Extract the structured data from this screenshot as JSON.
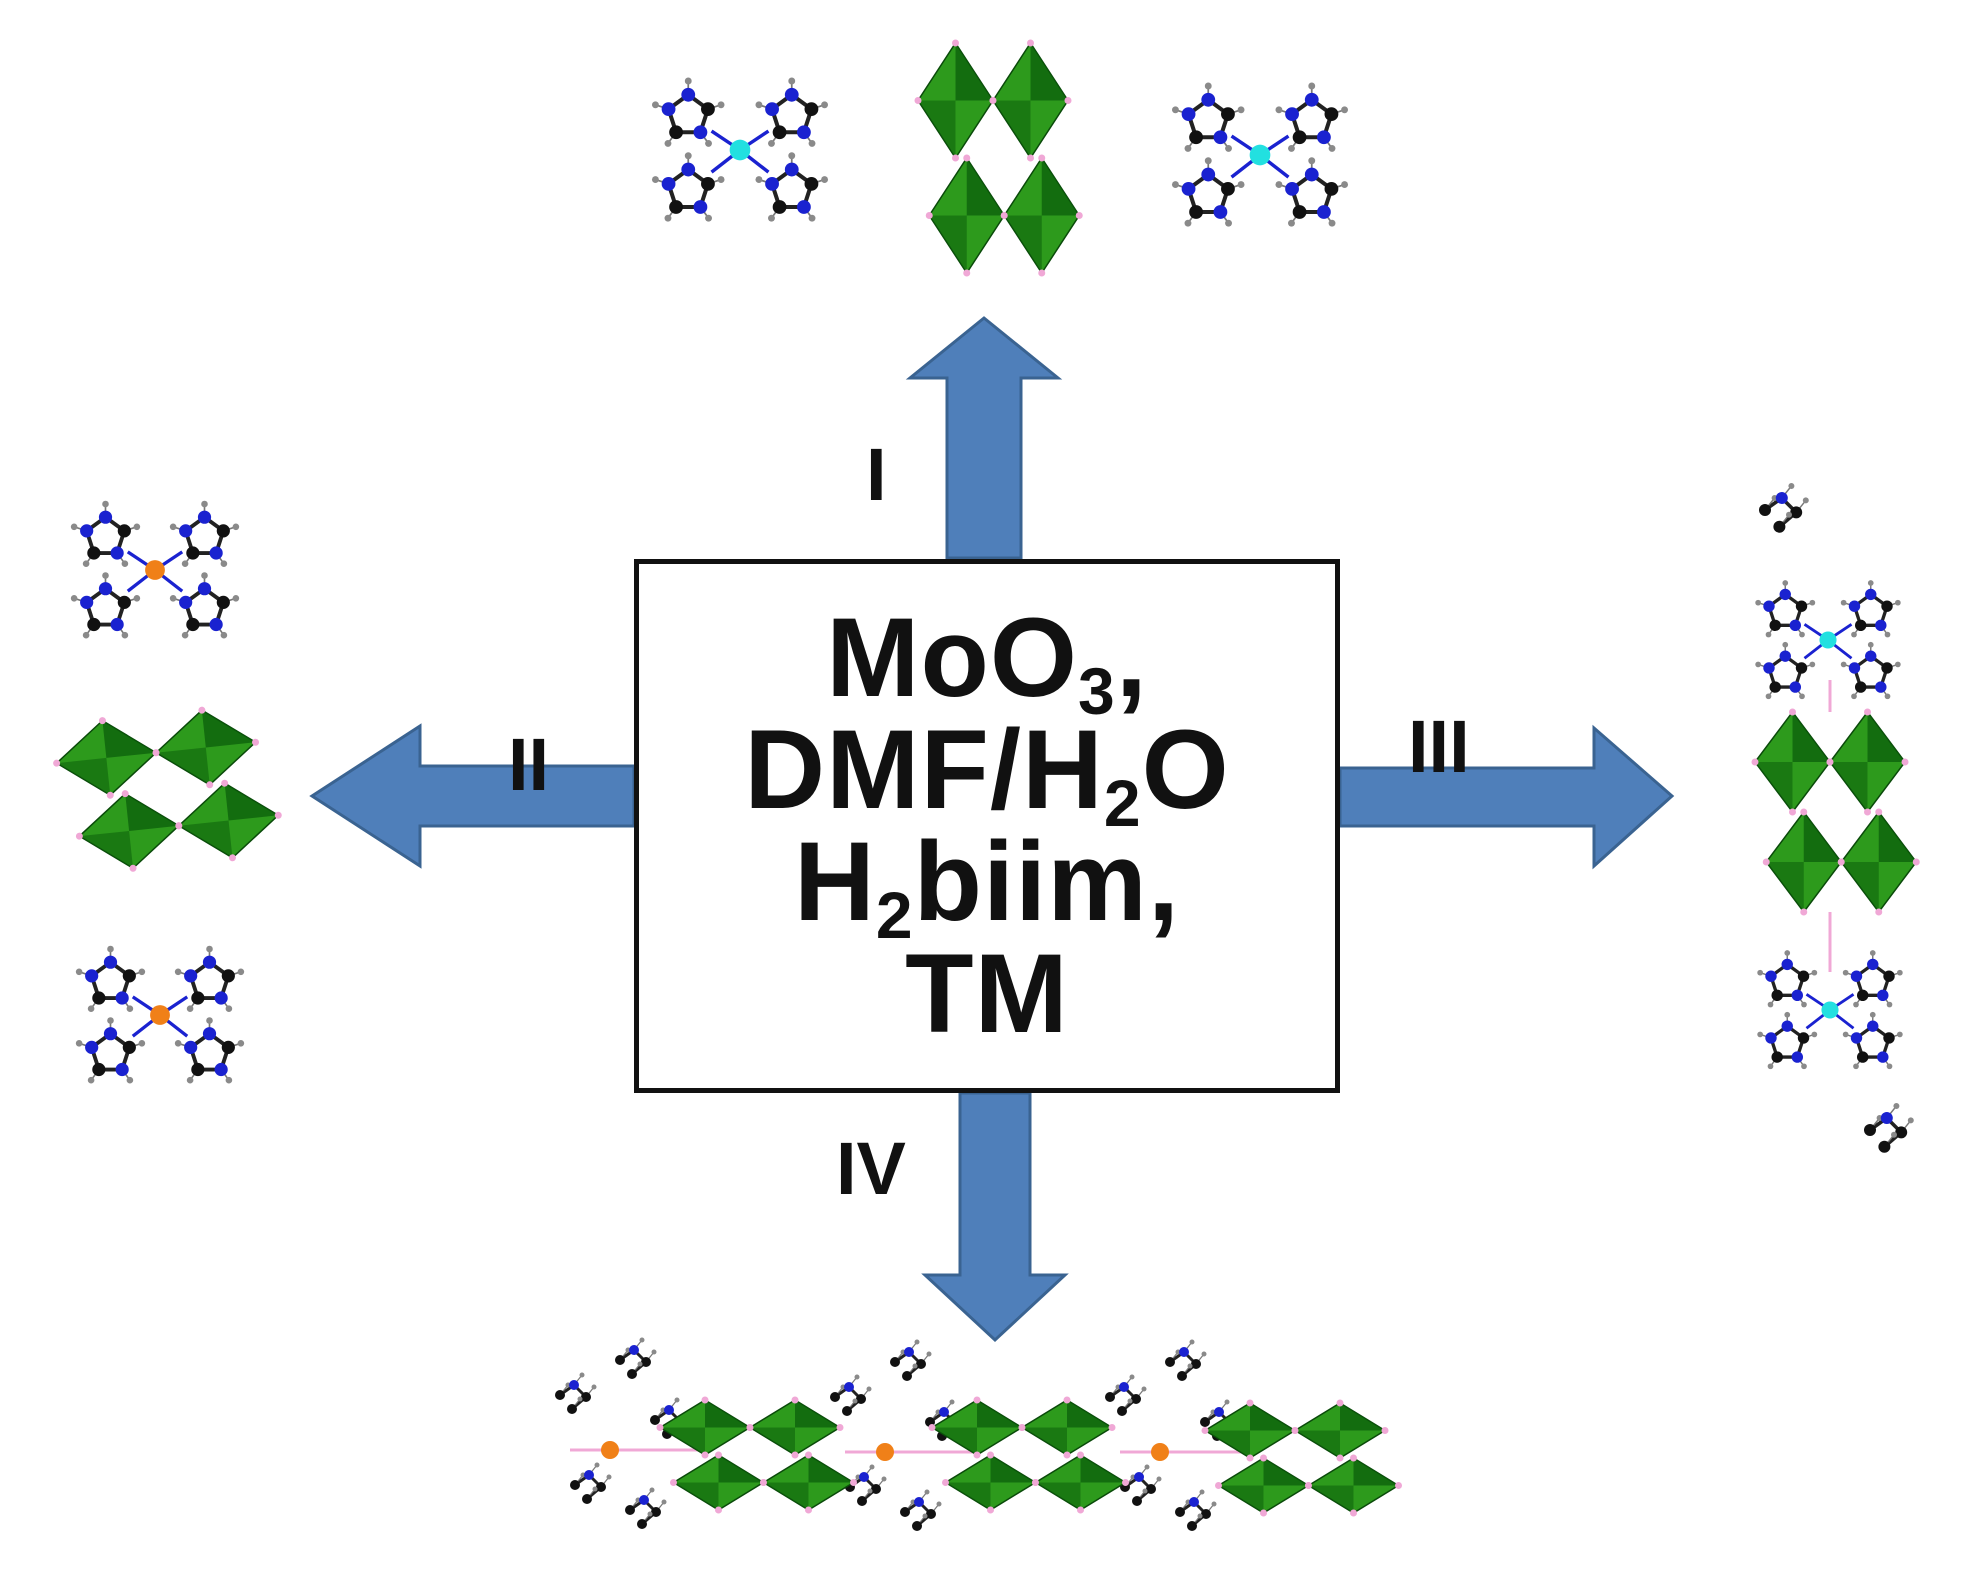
{
  "reagents": {
    "line1": {
      "pre": "MoO",
      "sub": "3",
      "post": ","
    },
    "line2": {
      "pre": "DMF/H",
      "sub": "2",
      "post": "O"
    },
    "line3": {
      "pre": "H",
      "sub": "2",
      "post": "biim,"
    },
    "line4": {
      "text": "TM"
    }
  },
  "routes": {
    "up": "I",
    "left": "II",
    "right": "III",
    "down": "IV"
  },
  "colors": {
    "arrow_fill": "#4f7fba",
    "arrow_stroke": "#3a6391",
    "octahedron_light": "#2d9a1c",
    "octahedron_dark": "#0b5e0b",
    "carbon": "#111111",
    "nitrogen": "#1a22d0",
    "hydrogen": "#8a8a8a",
    "oxygen_bridge": "#f0a8d6",
    "metal_cyan": "#22e0e0",
    "metal_orange": "#f08018"
  }
}
